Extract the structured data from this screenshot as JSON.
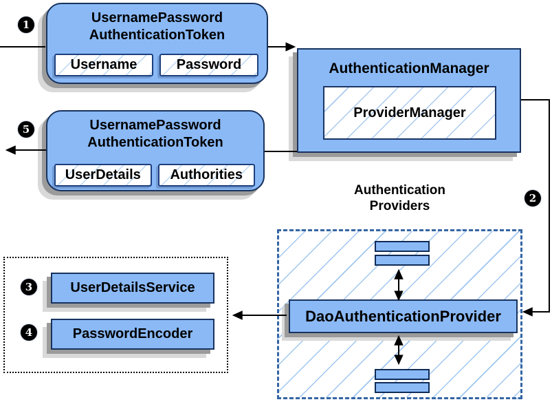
{
  "colors": {
    "box_fill": "#8ab9f6",
    "box_border": "#17325e",
    "hatch": "#a9c9ef",
    "dashed_border": "#3465a4",
    "shadow_dark": "#9b9b9b",
    "shadow_light": "#d9d9d9",
    "arrow": "#000000",
    "badge_bg": "#000000",
    "badge_text": "#ffffff"
  },
  "badges": {
    "step1": "1",
    "step2": "2",
    "step3": "3",
    "step4": "4",
    "step5": "5"
  },
  "request_token": {
    "title_line1": "UsernamePassword",
    "title_line2": "AuthenticationToken",
    "field1": "Username",
    "field2": "Password"
  },
  "authentication_manager": {
    "title": "AuthenticationManager",
    "inner": "ProviderManager"
  },
  "response_token": {
    "title_line1": "UsernamePassword",
    "title_line2": "AuthenticationToken",
    "field1": "UserDetails",
    "field2": "Authorities"
  },
  "providers": {
    "heading_line1": "Authentication",
    "heading_line2": "Providers",
    "main_provider": "DaoAuthenticationProvider"
  },
  "services": {
    "service1": "UserDetailsService",
    "service2": "PasswordEncoder"
  }
}
